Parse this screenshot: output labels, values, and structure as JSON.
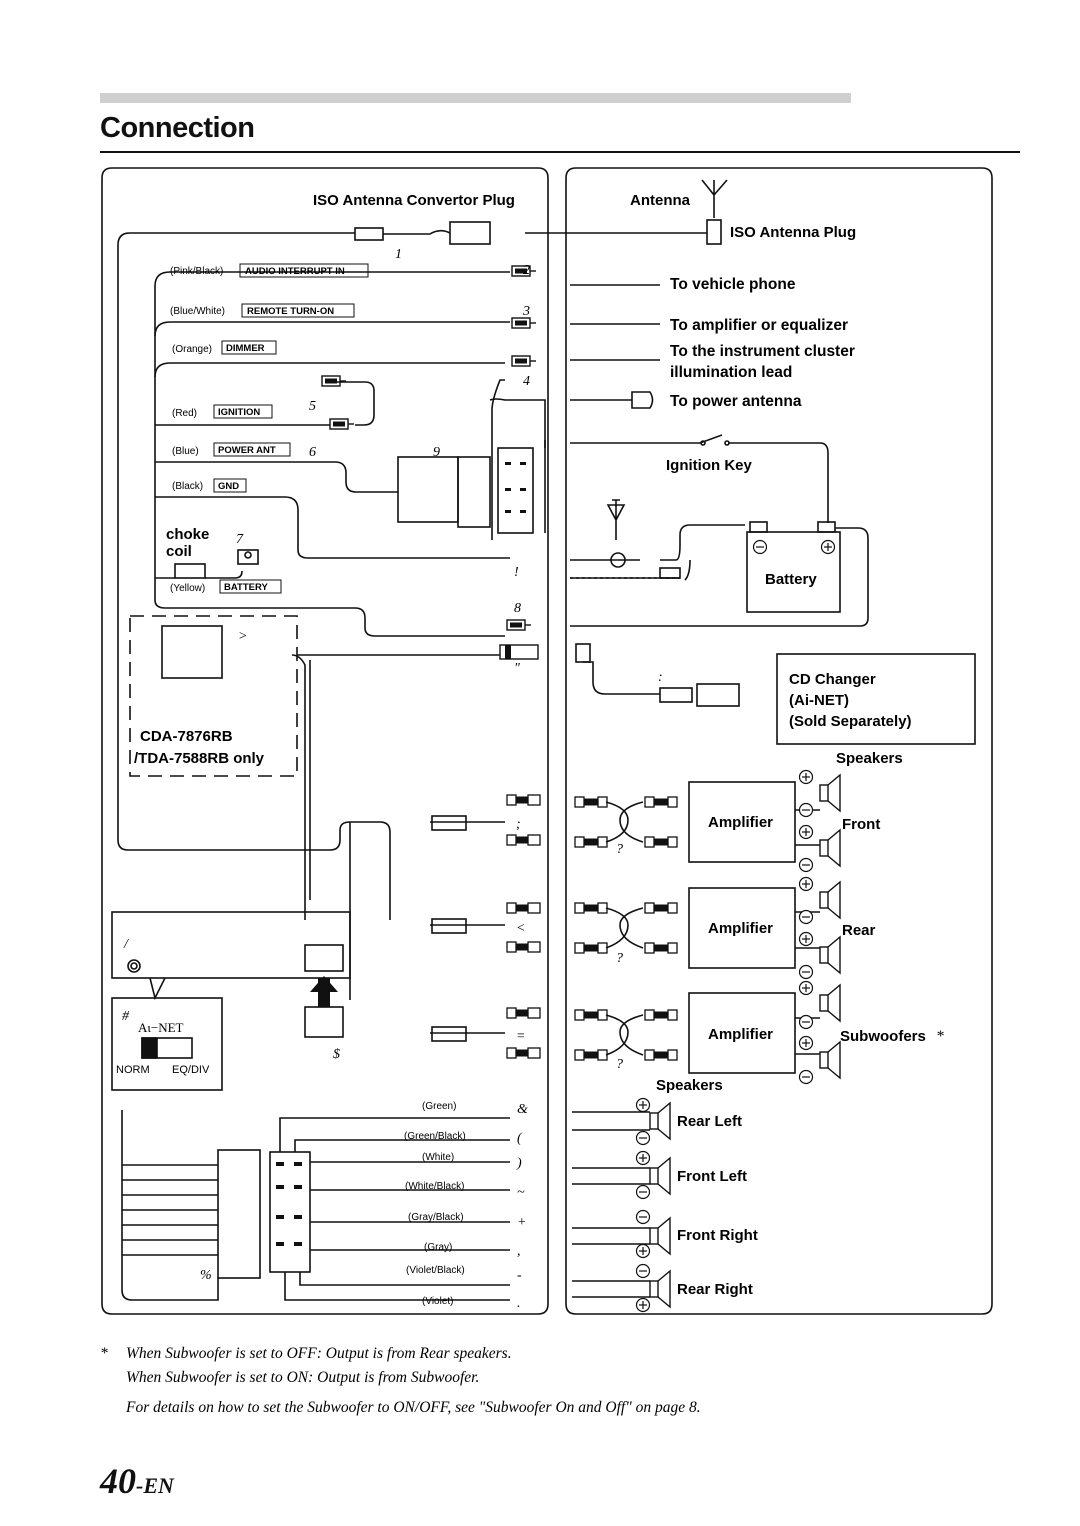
{
  "page": {
    "title": "Connection",
    "page_number": "40",
    "page_suffix": "-EN"
  },
  "left_panel": {
    "iso_antenna_convertor_plug": "ISO Antenna Convertor Plug",
    "wires": [
      {
        "color": "(Pink/Black)",
        "function": "AUDIO INTERRUPT IN"
      },
      {
        "color": "(Blue/White)",
        "function": "REMOTE TURN-ON"
      },
      {
        "color": "(Orange)",
        "function": "DIMMER"
      },
      {
        "color": "(Red)",
        "function": "IGNITION"
      },
      {
        "color": "(Blue)",
        "function": "POWER ANT"
      },
      {
        "color": "(Black)",
        "function": "GND"
      },
      {
        "color": "(Yellow)",
        "function": "BATTERY"
      }
    ],
    "choke_coil": [
      "choke",
      "coil"
    ],
    "model_note": [
      "CDA-7876RB",
      "/TDA-7588RB only"
    ],
    "ai_net_label": "Aι−NET",
    "switch_labels": [
      "NORM",
      "EQ/DIV"
    ],
    "speaker_wire_colors": [
      "(Green)",
      "(Green/Black)",
      "(White)",
      "(White/Black)",
      "(Gray/Black)",
      "(Gray)",
      "(Violet/Black)",
      "(Violet)"
    ],
    "callouts": {
      "c1": "1",
      "c2": "2",
      "c3": "3",
      "c4": "4",
      "c5": "5",
      "c6": "6",
      "c7": "7",
      "c8": "8",
      "c9": "9",
      "excl": "!",
      "gt": ">",
      "quote": "\"",
      "colon": ":",
      "semi": ";",
      "lt": "<",
      "eq": "=",
      "slash": "/",
      "hash": "#",
      "dollar": "$",
      "percent": "%",
      "amp": "&",
      "lparen": "(",
      "rparen": ")",
      "tilde": "~",
      "plus": "+",
      "comma": ",",
      "dash": "-",
      "dot": ".",
      "q1": "?",
      "q2": "?",
      "q3": "?"
    }
  },
  "right_panel": {
    "antenna": "Antenna",
    "iso_antenna_plug": "ISO Antenna Plug",
    "to_vehicle_phone": "To vehicle phone",
    "to_amplifier": "To amplifier or equalizer",
    "to_instrument_cluster": [
      "To the instrument cluster",
      "illumination lead"
    ],
    "to_power_antenna": "To power antenna",
    "ignition_key": "Ignition Key",
    "battery": "Battery",
    "cd_changer": [
      "CD Changer",
      "(Ai-NET)",
      "(Sold Separately)"
    ],
    "speakers_top": "Speakers",
    "amplifier": "Amplifier",
    "front": "Front",
    "rear": "Rear",
    "subwoofers": "Subwoofers",
    "subwoofers_mark": "*",
    "speakers_bottom": "Speakers",
    "rear_left": "Rear Left",
    "front_left": "Front Left",
    "front_right": "Front Right",
    "rear_right": "Rear Right"
  },
  "notes": {
    "star": "*",
    "line1": "When Subwoofer is set to OFF: Output is from Rear speakers.",
    "line2": "When Subwoofer is set to ON: Output is from Subwoofer.",
    "line3": "For details on how to  set the Subwoofer to ON/OFF, see \"Subwoofer On and Off\" on page 8."
  },
  "colors": {
    "ink": "#111111",
    "header_bar": "#cfcfcf",
    "background": "#ffffff"
  }
}
